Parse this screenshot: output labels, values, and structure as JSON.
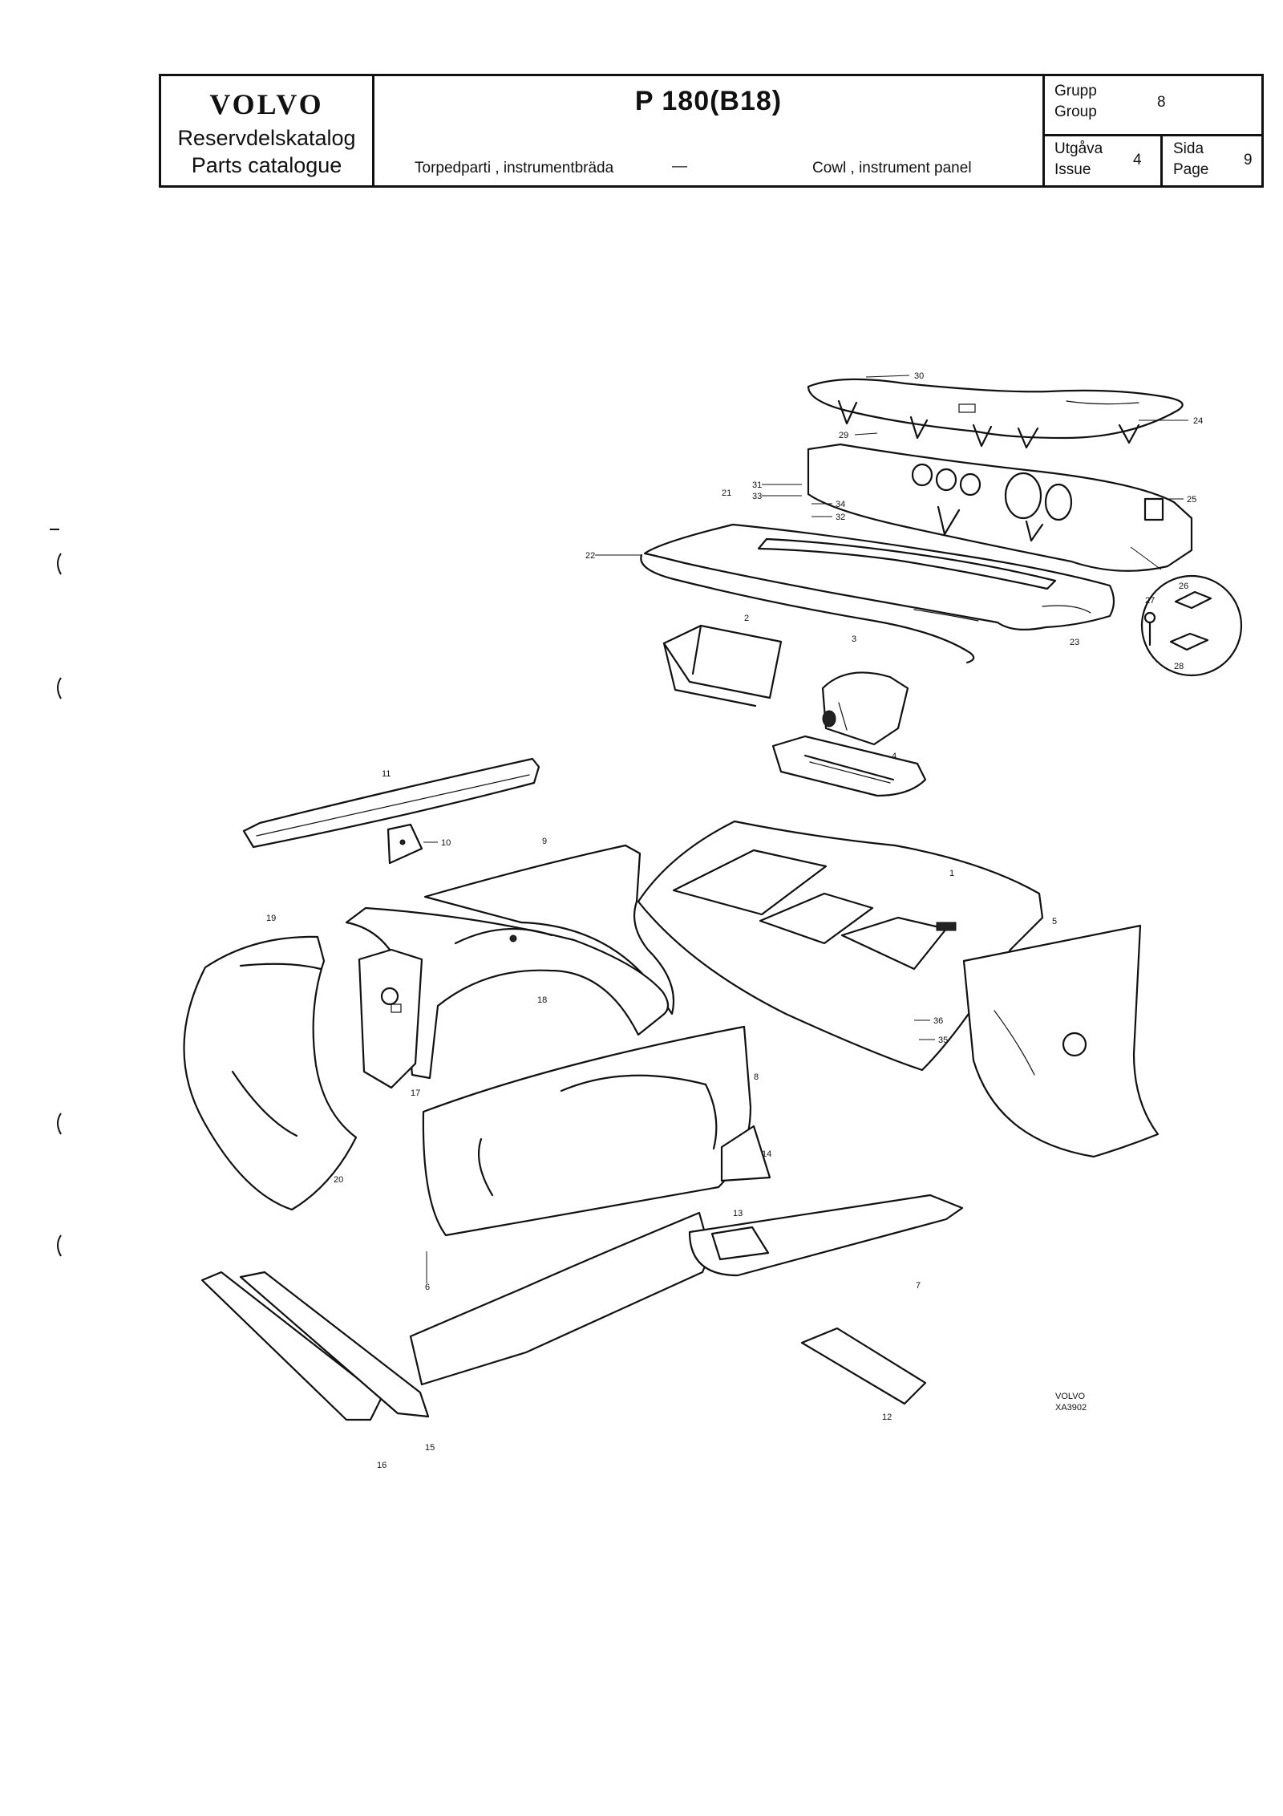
{
  "header": {
    "brand_logo": "VOLVO",
    "brand_line1": "Reservdelskatalog",
    "brand_line2": "Parts catalogue",
    "model": "P 180(B18)",
    "subtitle_sv": "Torpedparti , instrumentbräda",
    "subtitle_dash": "—",
    "subtitle_en": "Cowl , instrument panel",
    "group_label_sv": "Grupp",
    "group_label_en": "Group",
    "group_value": "8",
    "issue_label_sv": "Utgåva",
    "issue_label_en": "Issue",
    "issue_value": "4",
    "page_label_sv": "Sida",
    "page_label_en": "Page",
    "page_value": "9"
  },
  "diagram": {
    "callouts": [
      "1",
      "2",
      "3",
      "4",
      "5",
      "6",
      "7",
      "8",
      "9",
      "10",
      "11",
      "12",
      "13",
      "14",
      "15",
      "16",
      "17",
      "18",
      "19",
      "20",
      "21",
      "22",
      "23",
      "24",
      "25",
      "26",
      "27",
      "28",
      "29",
      "30",
      "31",
      "32",
      "33",
      "34",
      "35",
      "36"
    ],
    "stamp_line1": "VOLVO",
    "stamp_line2": "XA3902"
  }
}
